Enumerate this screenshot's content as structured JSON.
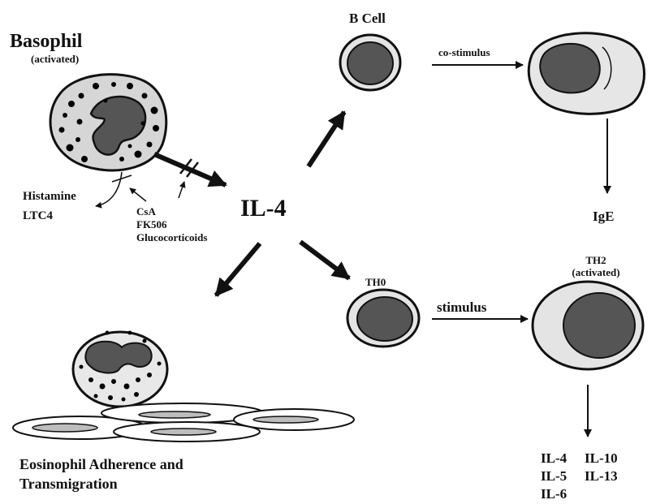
{
  "basophil": {
    "title": "Basophil",
    "state": "(activated)",
    "mediators": [
      "Histamine",
      "LTC4"
    ],
    "inhibitors": [
      "CsA",
      "FK506",
      "Glucocorticoids"
    ]
  },
  "center": {
    "label": "IL-4"
  },
  "b_cell": {
    "label": "B Cell",
    "arrow_label": "co-stimulus",
    "product": "IgE"
  },
  "th0": {
    "label": "TH0",
    "arrow_label": "stimulus"
  },
  "th2": {
    "label": "TH2",
    "state": "(activated)"
  },
  "cytokines": [
    "IL-4",
    "IL-10",
    "IL-5",
    "IL-13",
    "IL-6"
  ],
  "eosinophil": {
    "caption_line1": "Eosinophil Adherence and",
    "caption_line2": "Transmigration"
  },
  "colors": {
    "outline": "#111111",
    "cytoplasm_light": "#e6e6e6",
    "cytoplasm_mid": "#c9c9c9",
    "nucleus": "#555555",
    "granule": "#000000"
  }
}
